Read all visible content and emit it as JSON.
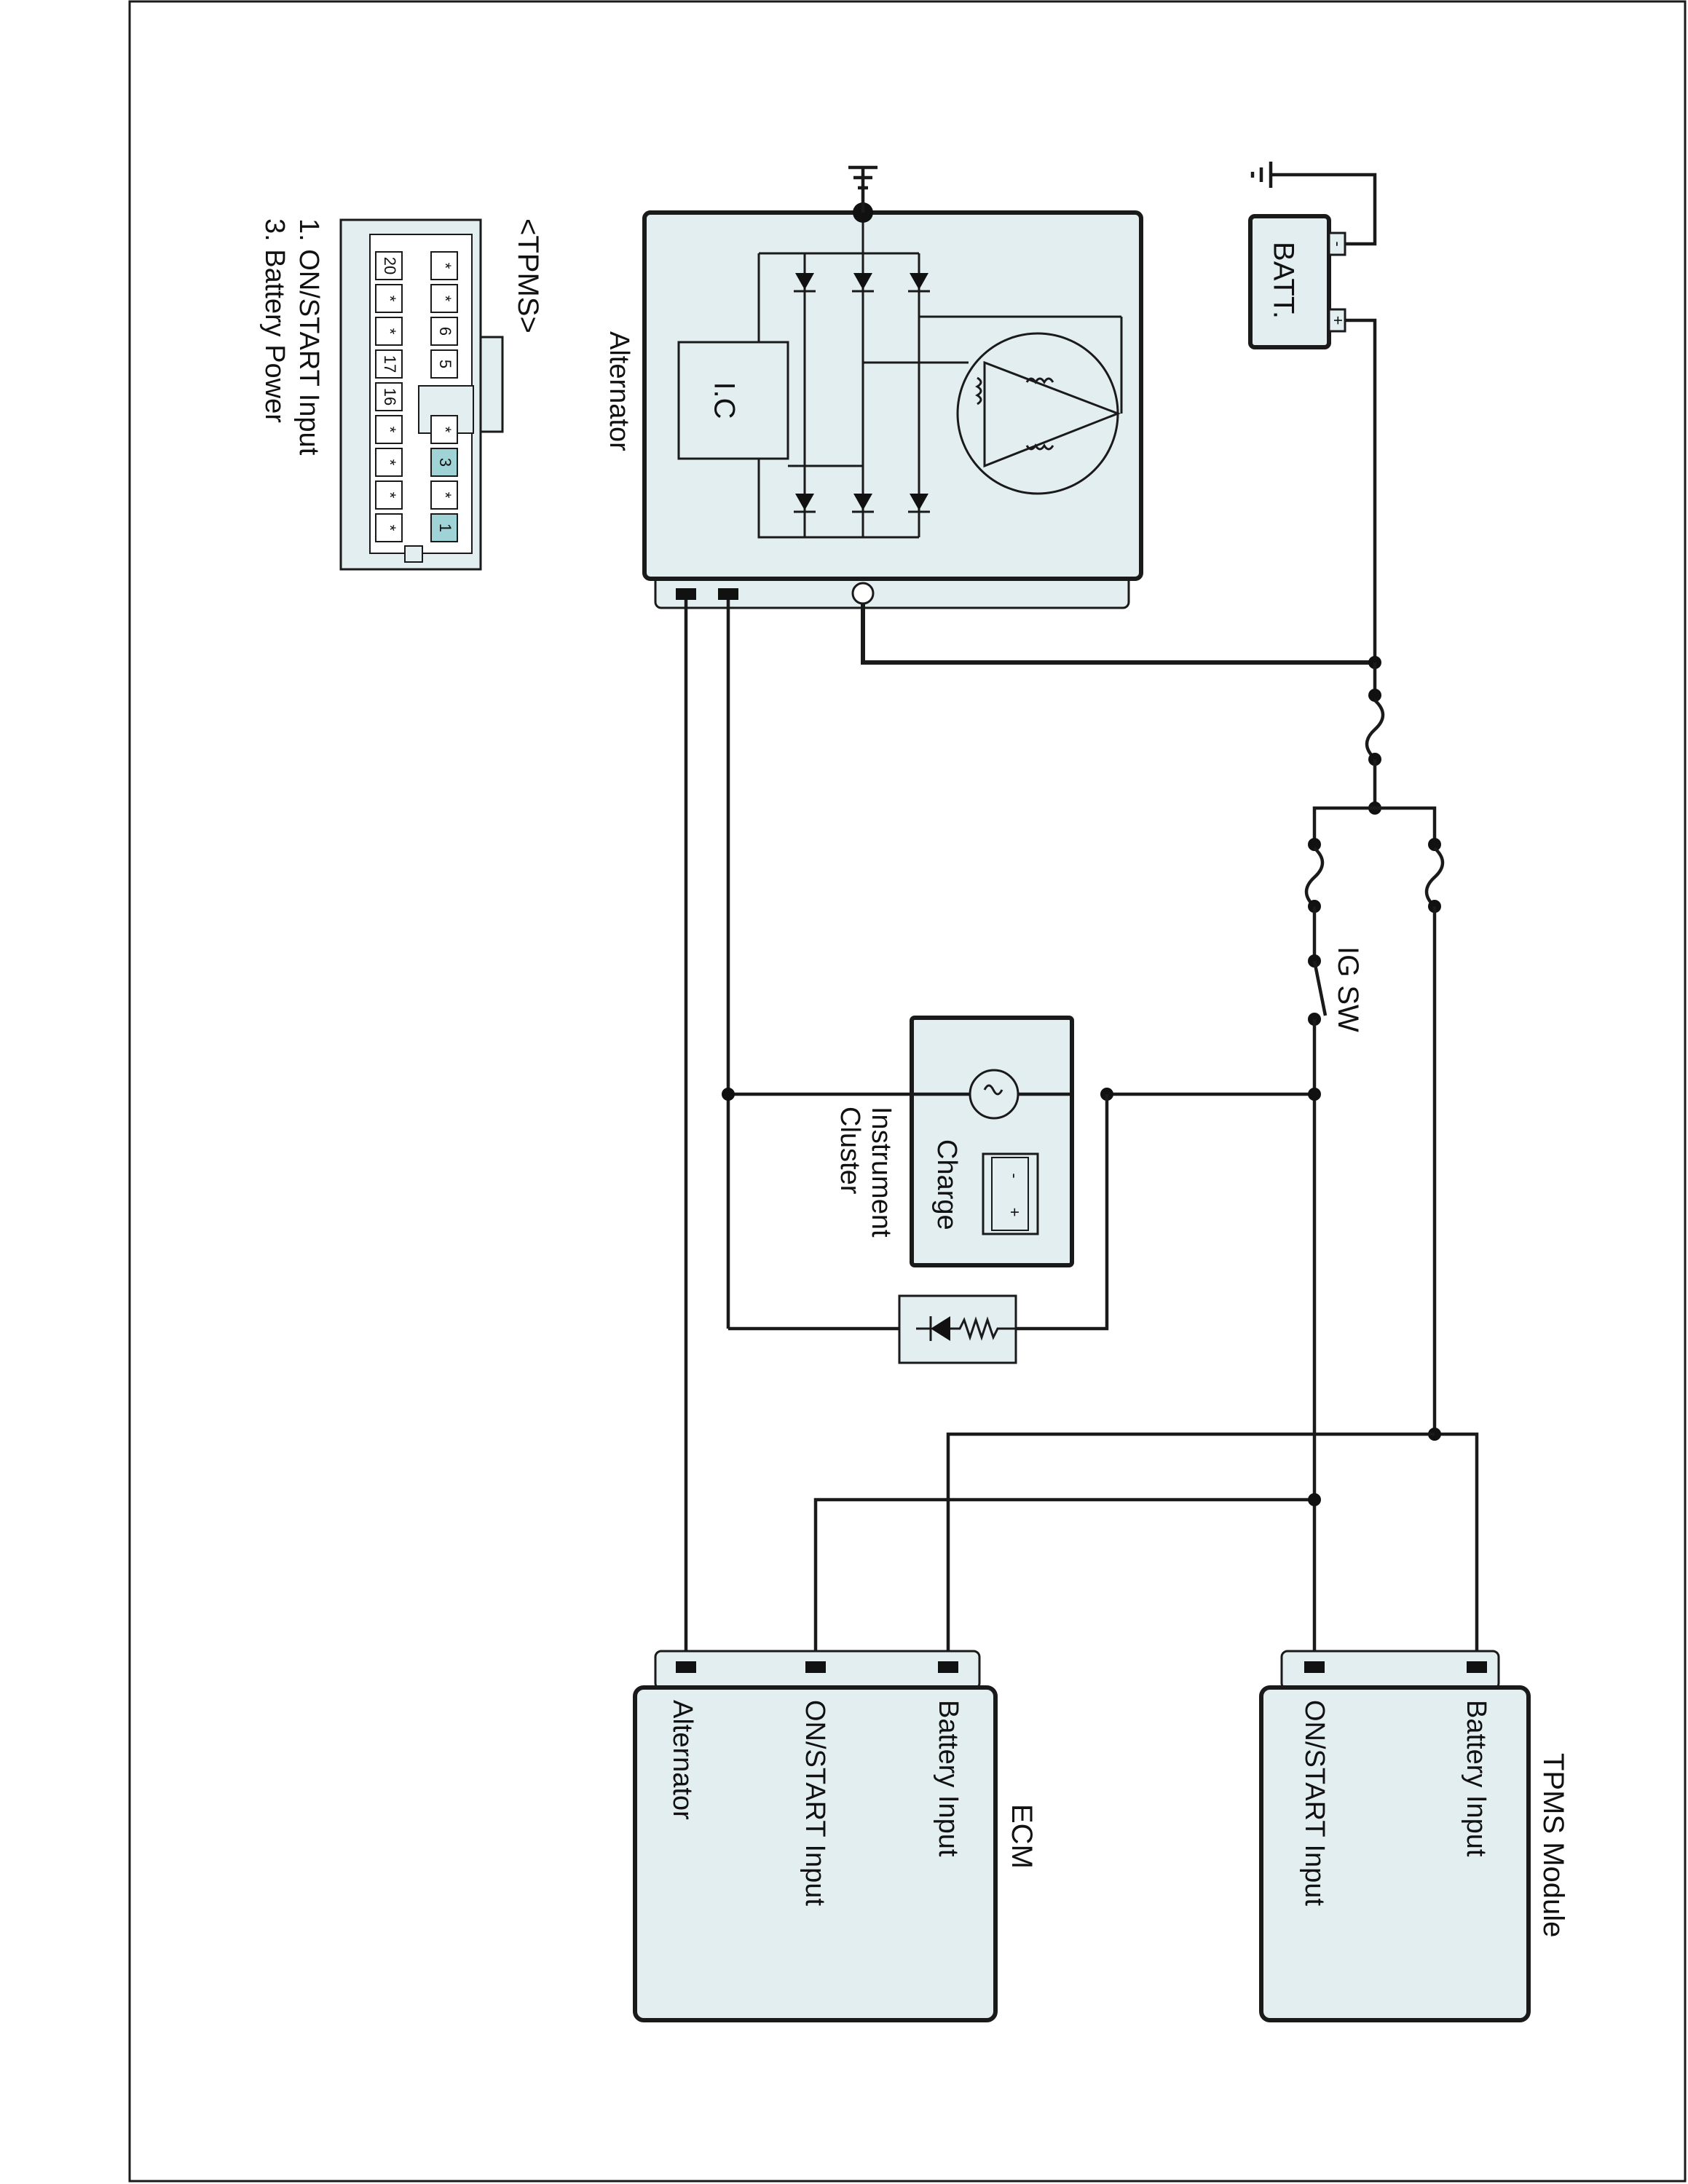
{
  "alternator": {
    "label": "Alternator",
    "ic_label": "I.C"
  },
  "battery": {
    "label": "BATT.",
    "neg": "-",
    "pos": "+"
  },
  "ig_switch": {
    "label": "IG SW"
  },
  "cluster": {
    "label_line1": "Instrument",
    "label_line2": "Cluster",
    "lamp_label": "Charge",
    "icon_neg": "-",
    "icon_pos": "+"
  },
  "ecm": {
    "title": "ECM",
    "pins": [
      "Battery Input",
      "ON/START Input",
      "Alternator"
    ]
  },
  "tpms_module": {
    "title": "TPMS Module",
    "pins": [
      "Battery Input",
      "ON/START Input"
    ]
  },
  "tpms_connector": {
    "title": "<TPMS>",
    "row1": [
      "1",
      "*",
      "3",
      "*",
      "",
      "5",
      "6",
      "*",
      "*"
    ],
    "row2": [
      "*",
      "*",
      "*",
      "*",
      "16",
      "17",
      "*",
      "*",
      "20"
    ],
    "legend": [
      "1. ON/START Input",
      "3. Battery Power"
    ]
  }
}
